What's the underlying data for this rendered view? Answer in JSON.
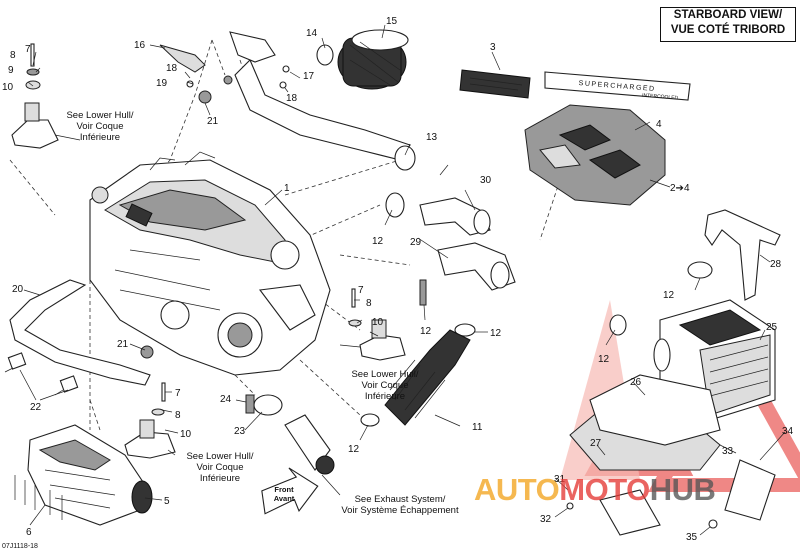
{
  "header": {
    "view_title_line1": "STARBOARD VIEW/",
    "view_title_line2": "VUE COTÉ TRIBORD"
  },
  "document_code": "07J1118-18",
  "decal_label": "SUPERCHARGED",
  "decal_sublabel": "INTERCOOLED",
  "front_arrow": {
    "line1": "Front",
    "line2": "Avant"
  },
  "notes": {
    "lower_hull_1": [
      "See Lower Hull/",
      "Voir Coque",
      "Inférieure"
    ],
    "lower_hull_2": [
      "See Lower Hull/",
      "Voir Coque",
      "Inférieure"
    ],
    "lower_hull_3": [
      "See Lower Hull/",
      "Voir Coque",
      "Inférieure"
    ],
    "exhaust": [
      "See Exhaust System/",
      "Voir Système Échappement"
    ]
  },
  "callouts": {
    "c1": "1",
    "c2to4": "2➔4",
    "c3": "3",
    "c4": "4",
    "c5": "5",
    "c6": "6",
    "c7a": "7",
    "c7b": "7",
    "c7c": "7",
    "c8a": "8",
    "c8b": "8",
    "c8c": "8",
    "c9": "9",
    "c10a": "10",
    "c10b": "10",
    "c10c": "10",
    "c11": "11",
    "c12a": "12",
    "c12b": "12",
    "c12c": "12",
    "c12d": "12",
    "c12e": "12",
    "c12f": "12",
    "c13": "13",
    "c14": "14",
    "c15": "15",
    "c16": "16",
    "c17": "17",
    "c18a": "18",
    "c18b": "18",
    "c19": "19",
    "c20": "20",
    "c21a": "21",
    "c21b": "21",
    "c22": "22",
    "c23": "23",
    "c24": "24",
    "c25": "25",
    "c26": "26",
    "c27": "27",
    "c28": "28",
    "c29": "29",
    "c30": "30",
    "c31": "31",
    "c32": "32",
    "c33": "33",
    "c34": "34",
    "c35": "35"
  },
  "watermark": {
    "part1": "AUTO",
    "part2": "MOTO",
    "part3": "HUB",
    "color_main": "#f3a51f",
    "color_accent": "#e53935",
    "color_dark": "#555555"
  }
}
